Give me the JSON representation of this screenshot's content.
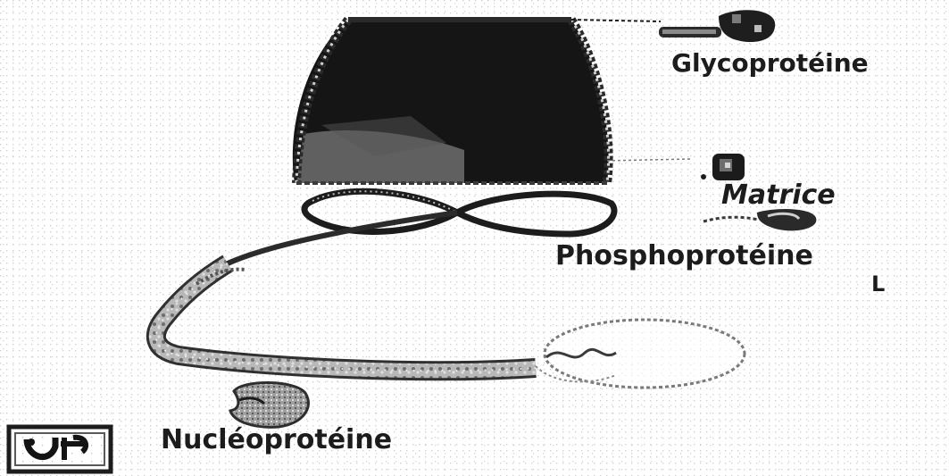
{
  "labels": {
    "glycoprotein": "Glycoprotéine",
    "matrix": "Matrice",
    "phosphoprotein": "Phosphoprotéine",
    "l": "L",
    "nucleoprotein": "Nucléoprotéine"
  },
  "colors": {
    "ink": "#1c1c1c",
    "dark_fill": "#141414",
    "mid_grey": "#8a8a8a",
    "light_grey": "#c8c8c8",
    "dot_pattern": "#9a9a9a",
    "background": "#ffffff"
  }
}
